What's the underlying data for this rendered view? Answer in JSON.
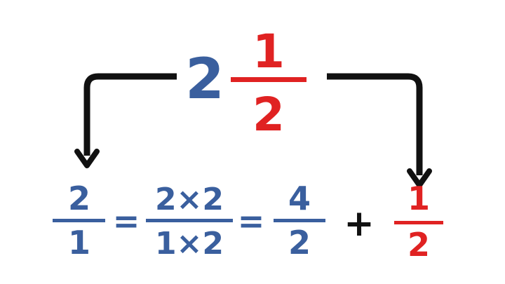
{
  "colors": {
    "blue": "#3a5f9e",
    "red": "#e02222",
    "black": "#111111",
    "background": "#ffffff"
  },
  "mixed_number": {
    "whole": "2",
    "numerator": "1",
    "denominator": "2"
  },
  "expression": {
    "frac1": {
      "numerator": "2",
      "denominator": "1"
    },
    "equals1": "=",
    "frac2": {
      "numerator": "2×2",
      "denominator": "1×2"
    },
    "equals2": "=",
    "frac3": {
      "numerator": "4",
      "denominator": "2"
    },
    "plus": "+",
    "frac4": {
      "numerator": "1",
      "denominator": "2"
    }
  }
}
